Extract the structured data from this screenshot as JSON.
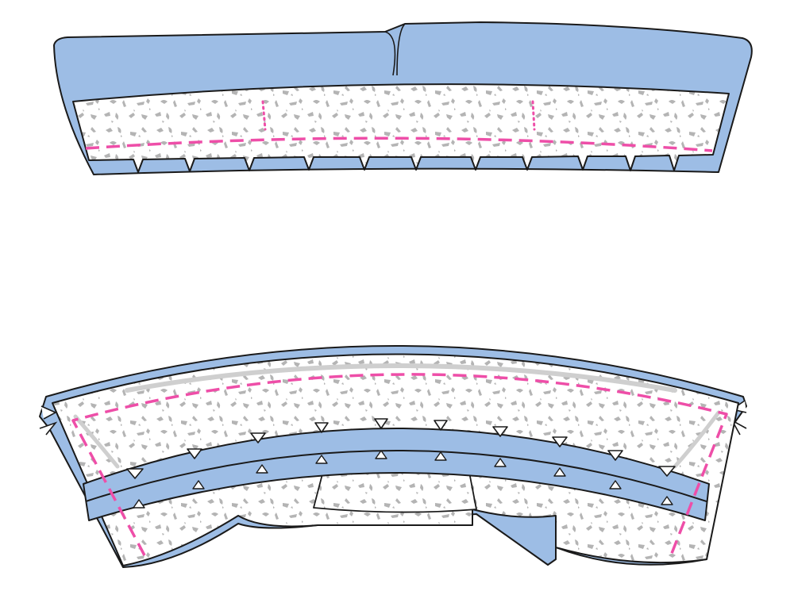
{
  "figure": {
    "panels": [
      {
        "id": "top",
        "view": "flat-band"
      },
      {
        "id": "bottom",
        "view": "curved-band"
      }
    ]
  },
  "colors": {
    "fabric_blue": "#9dbde5",
    "interfacing_white": "#ffffff",
    "speckle_gray": "#b4b4b4",
    "stitch_pink": "#ee4ea8",
    "outline": "#1a1a1a",
    "page_bg": "#ffffff"
  },
  "icons": [
    "notch-clip-marks",
    "stitch-line",
    "interfacing-texture"
  ]
}
